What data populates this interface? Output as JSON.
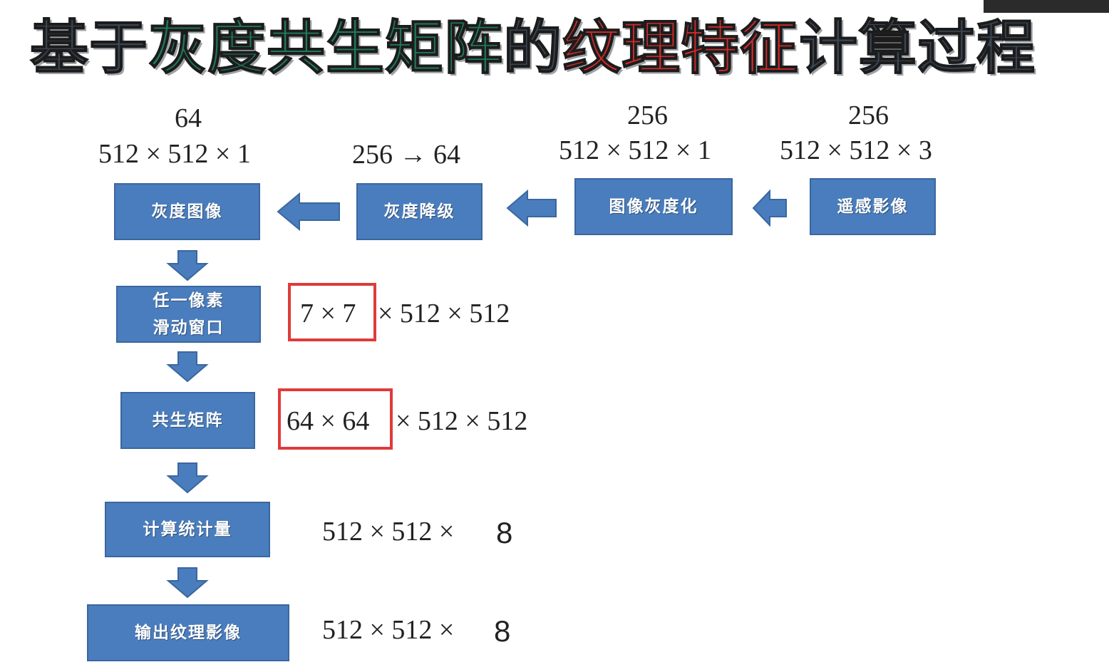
{
  "title": {
    "part1": "基于",
    "part2": "灰度共生矩阵",
    "part3": "的",
    "part4": "纹理特征",
    "part5": "计算过程"
  },
  "colors": {
    "title_dark": "#3a4656",
    "title_green": "#1f7a5a",
    "title_red": "#d42a2a",
    "box_fill": "#4a7dbd",
    "highlight_red": "#e03a3a"
  },
  "boxes": {
    "gray_image": "灰度图像",
    "gray_level": "灰度降级",
    "graying": "图像灰度化",
    "remote_image": "遥感影像",
    "window_line1": "任一像素",
    "window_line2": "滑动窗口",
    "glcm": "共生矩阵",
    "stats": "计算统计量",
    "output": "输出纹理影像"
  },
  "labels": {
    "gray_image_levels": "64",
    "gray_image_size": "512 × 512 × 1",
    "gray_level_change": "256 → 64",
    "graying_levels": "256",
    "graying_size": "512 × 512 × 1",
    "remote_levels": "256",
    "remote_size": "512 × 512 × 3",
    "window_hl": "7 × 7",
    "window_rest": "× 512 × 512",
    "glcm_hl": "64 × 64",
    "glcm_rest": "× 512 × 512",
    "stats_size": "512 × 512 ×",
    "stats_count": "8",
    "output_size": "512 × 512 ×",
    "output_count": "8"
  }
}
